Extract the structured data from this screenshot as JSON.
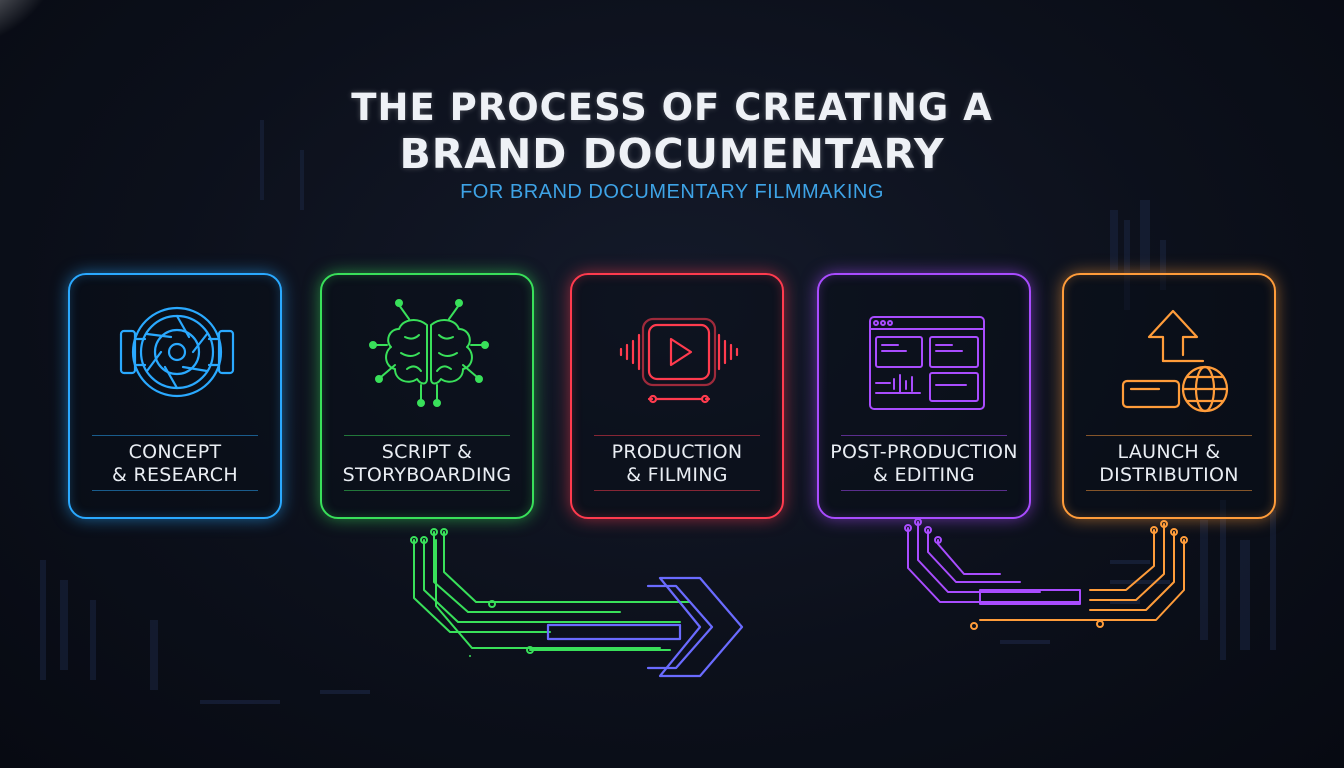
{
  "header": {
    "title_line1": "THE PROCESS OF CREATING A",
    "title_line2": "BRAND DOCUMENTARY",
    "subtitle": "FOR BRAND DOCUMENTARY FILMMAKING"
  },
  "steps": [
    {
      "line1": "CONCEPT",
      "line2": "& RESEARCH",
      "icon": "camera-aperture-icon",
      "color": "#2aa9ff"
    },
    {
      "line1": "SCRIPT &",
      "line2": "STORYBOARDING",
      "icon": "brain-circuit-icon",
      "color": "#39e05a"
    },
    {
      "line1": "PRODUCTION",
      "line2": "& FILMING",
      "icon": "video-play-icon",
      "color": "#ff3b4e"
    },
    {
      "line1": "POST-PRODUCTION",
      "line2": "& EDITING",
      "icon": "editing-window-icon",
      "color": "#a94cff"
    },
    {
      "line1": "LAUNCH &",
      "line2": "DISTRIBUTION",
      "icon": "upload-globe-icon",
      "color": "#ff9c3a"
    }
  ]
}
